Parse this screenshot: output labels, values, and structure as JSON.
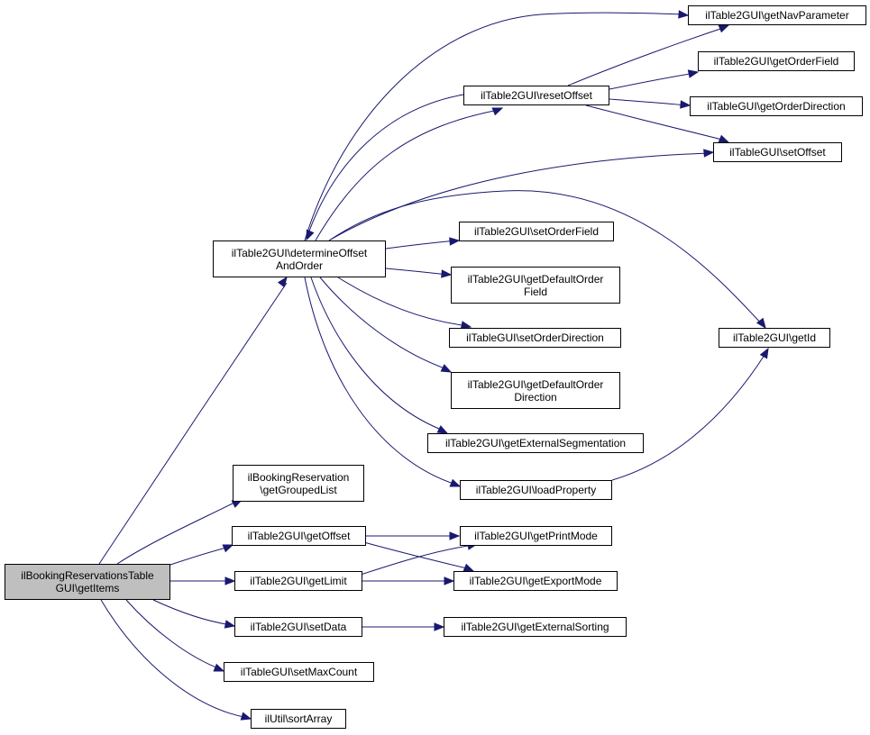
{
  "colors": {
    "edge": "#191970",
    "root_fill": "#bfbfbf",
    "node_fill": "#ffffff",
    "border": "#000000"
  },
  "nodes": {
    "root": [
      "ilBookingReservationsTable",
      "GUI\\getItems"
    ],
    "determine_offset": [
      "ilTable2GUI\\determineOffset",
      "AndOrder"
    ],
    "grouped_list": [
      "ilBookingReservation",
      "\\getGroupedList"
    ],
    "get_offset": [
      "ilTable2GUI\\getOffset"
    ],
    "get_limit": [
      "ilTable2GUI\\getLimit"
    ],
    "set_data": [
      "ilTable2GUI\\setData"
    ],
    "set_max_count": [
      "ilTableGUI\\setMaxCount"
    ],
    "sort_array": [
      "ilUtil\\sortArray"
    ],
    "get_nav_parameter": [
      "ilTable2GUI\\getNavParameter"
    ],
    "reset_offset": [
      "ilTable2GUI\\resetOffset"
    ],
    "get_order_field": [
      "ilTable2GUI\\getOrderField"
    ],
    "get_order_direction": [
      "ilTableGUI\\getOrderDirection"
    ],
    "set_offset": [
      "ilTableGUI\\setOffset"
    ],
    "set_order_field": [
      "ilTable2GUI\\setOrderField"
    ],
    "get_default_order_field": [
      "ilTable2GUI\\getDefaultOrder",
      "Field"
    ],
    "set_order_direction": [
      "ilTableGUI\\setOrderDirection"
    ],
    "get_default_order_direction": [
      "ilTable2GUI\\getDefaultOrder",
      "Direction"
    ],
    "get_external_segmentation": [
      "ilTable2GUI\\getExternalSegmentation"
    ],
    "load_property": [
      "ilTable2GUI\\loadProperty"
    ],
    "get_id": [
      "ilTable2GUI\\getId"
    ],
    "get_print_mode": [
      "ilTable2GUI\\getPrintMode"
    ],
    "get_export_mode": [
      "ilTable2GUI\\getExportMode"
    ],
    "get_external_sorting": [
      "ilTable2GUI\\getExternalSorting"
    ]
  },
  "edges": [
    [
      "root",
      "determine_offset"
    ],
    [
      "root",
      "grouped_list"
    ],
    [
      "root",
      "get_offset"
    ],
    [
      "root",
      "get_limit"
    ],
    [
      "root",
      "set_data"
    ],
    [
      "root",
      "set_max_count"
    ],
    [
      "root",
      "sort_array"
    ],
    [
      "determine_offset",
      "get_nav_parameter"
    ],
    [
      "determine_offset",
      "reset_offset"
    ],
    [
      "determine_offset",
      "set_offset"
    ],
    [
      "determine_offset",
      "set_order_field"
    ],
    [
      "determine_offset",
      "get_default_order_field"
    ],
    [
      "determine_offset",
      "set_order_direction"
    ],
    [
      "determine_offset",
      "get_default_order_direction"
    ],
    [
      "determine_offset",
      "get_external_segmentation"
    ],
    [
      "determine_offset",
      "load_property"
    ],
    [
      "determine_offset",
      "get_id"
    ],
    [
      "reset_offset",
      "get_nav_parameter"
    ],
    [
      "reset_offset",
      "get_order_field"
    ],
    [
      "reset_offset",
      "get_order_direction"
    ],
    [
      "reset_offset",
      "set_offset"
    ],
    [
      "reset_offset",
      "determine_offset"
    ],
    [
      "load_property",
      "get_id"
    ],
    [
      "get_offset",
      "get_print_mode"
    ],
    [
      "get_offset",
      "get_export_mode"
    ],
    [
      "get_limit",
      "get_print_mode"
    ],
    [
      "get_limit",
      "get_export_mode"
    ],
    [
      "set_data",
      "get_external_sorting"
    ]
  ]
}
